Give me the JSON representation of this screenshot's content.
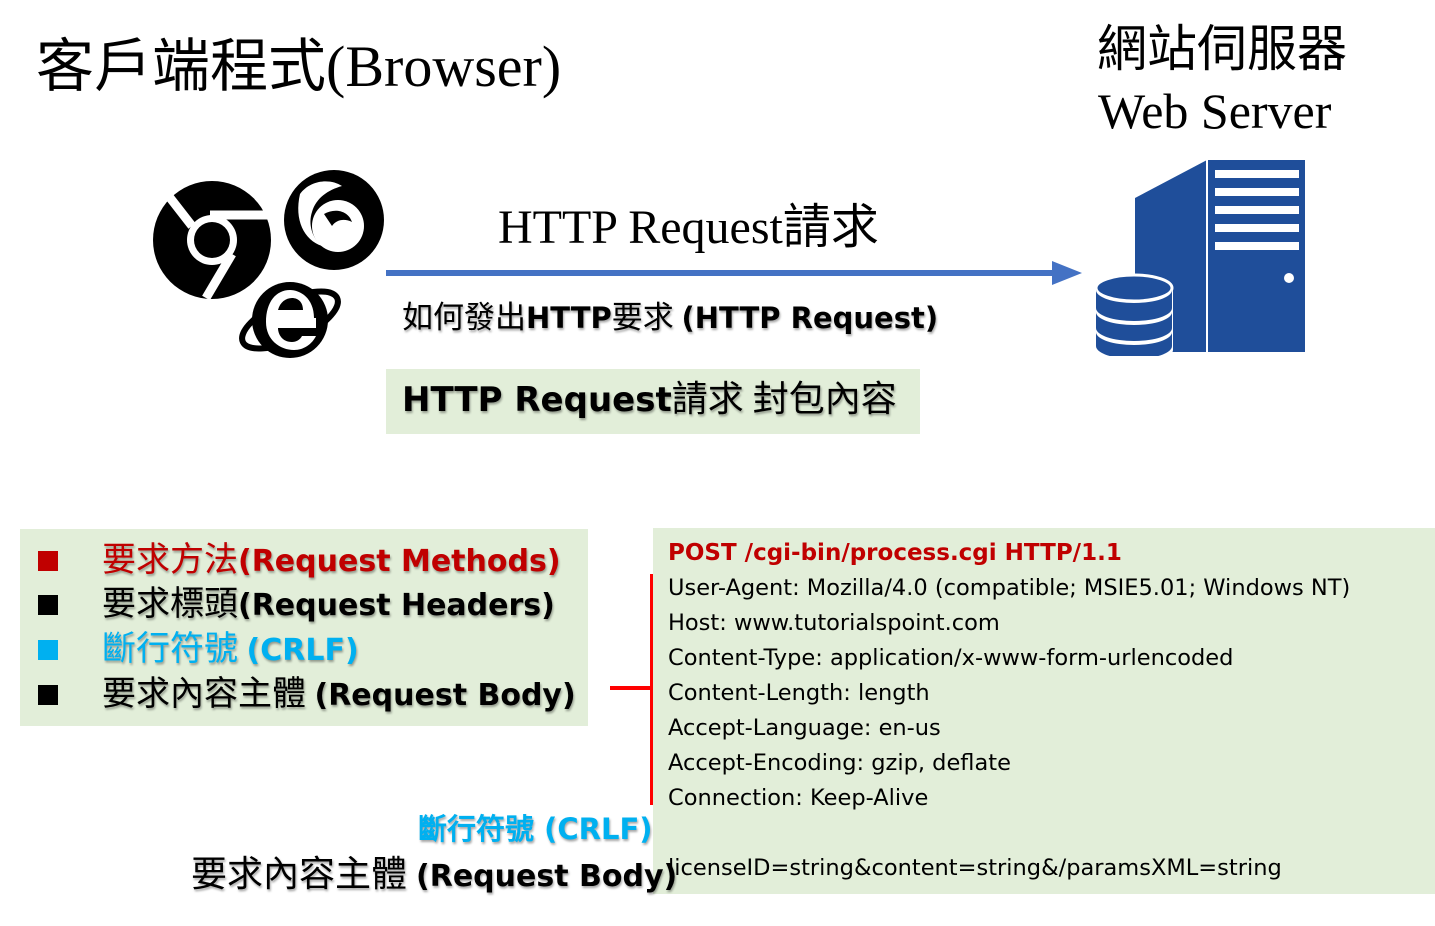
{
  "client": {
    "title": "客戶端程式(Browser)",
    "browsers": [
      "chrome-icon",
      "firefox-icon",
      "ie-icon"
    ]
  },
  "server": {
    "title_zh": "網站伺服器",
    "title_en": "Web Server",
    "icon": "server-database-icon",
    "color": "#1f4e9a"
  },
  "arrow": {
    "label": "HTTP Request請求",
    "color": "#4472c4"
  },
  "how_to": {
    "prefix": "如何發出",
    "bold": "HTTP",
    "middle": "要求 ",
    "bold2": "(HTTP Request)"
  },
  "packet": {
    "bold": "HTTP Request",
    "rest": "請求 封包內容"
  },
  "legend": {
    "items": [
      {
        "zh": "要求方法",
        "en": "(Request Methods)",
        "color": "#c00000",
        "square": "#c00000"
      },
      {
        "zh": "要求標頭",
        "en": "(Request Headers)",
        "color": "#000000",
        "square": "#000000"
      },
      {
        "zh": "斷行符號 ",
        "en": "(CRLF)",
        "color": "#00b0f0",
        "square": "#00b0f0"
      },
      {
        "zh": "要求內容主體 ",
        "en": "(Request Body)",
        "color": "#000000",
        "square": "#000000"
      }
    ]
  },
  "request_example": {
    "method_line": "POST /cgi-bin/process.cgi HTTP/1.1",
    "headers": [
      "User-Agent: Mozilla/4.0 (compatible; MSIE5.01; Windows NT)",
      "Host: www.tutorialspoint.com",
      "Content-Type: application/x-www-form-urlencoded",
      "Content-Length: length",
      "Accept-Language: en-us",
      "Accept-Encoding: gzip, deflate",
      "Connection: Keep-Alive"
    ],
    "body": "licenseID=string&content=string&/paramsXML=string",
    "bracket_color": "#ff0000"
  },
  "annotations": {
    "crlf": "斷行符號 (CRLF)",
    "body_zh": "要求內容主體 ",
    "body_en": "(Request Body)"
  }
}
